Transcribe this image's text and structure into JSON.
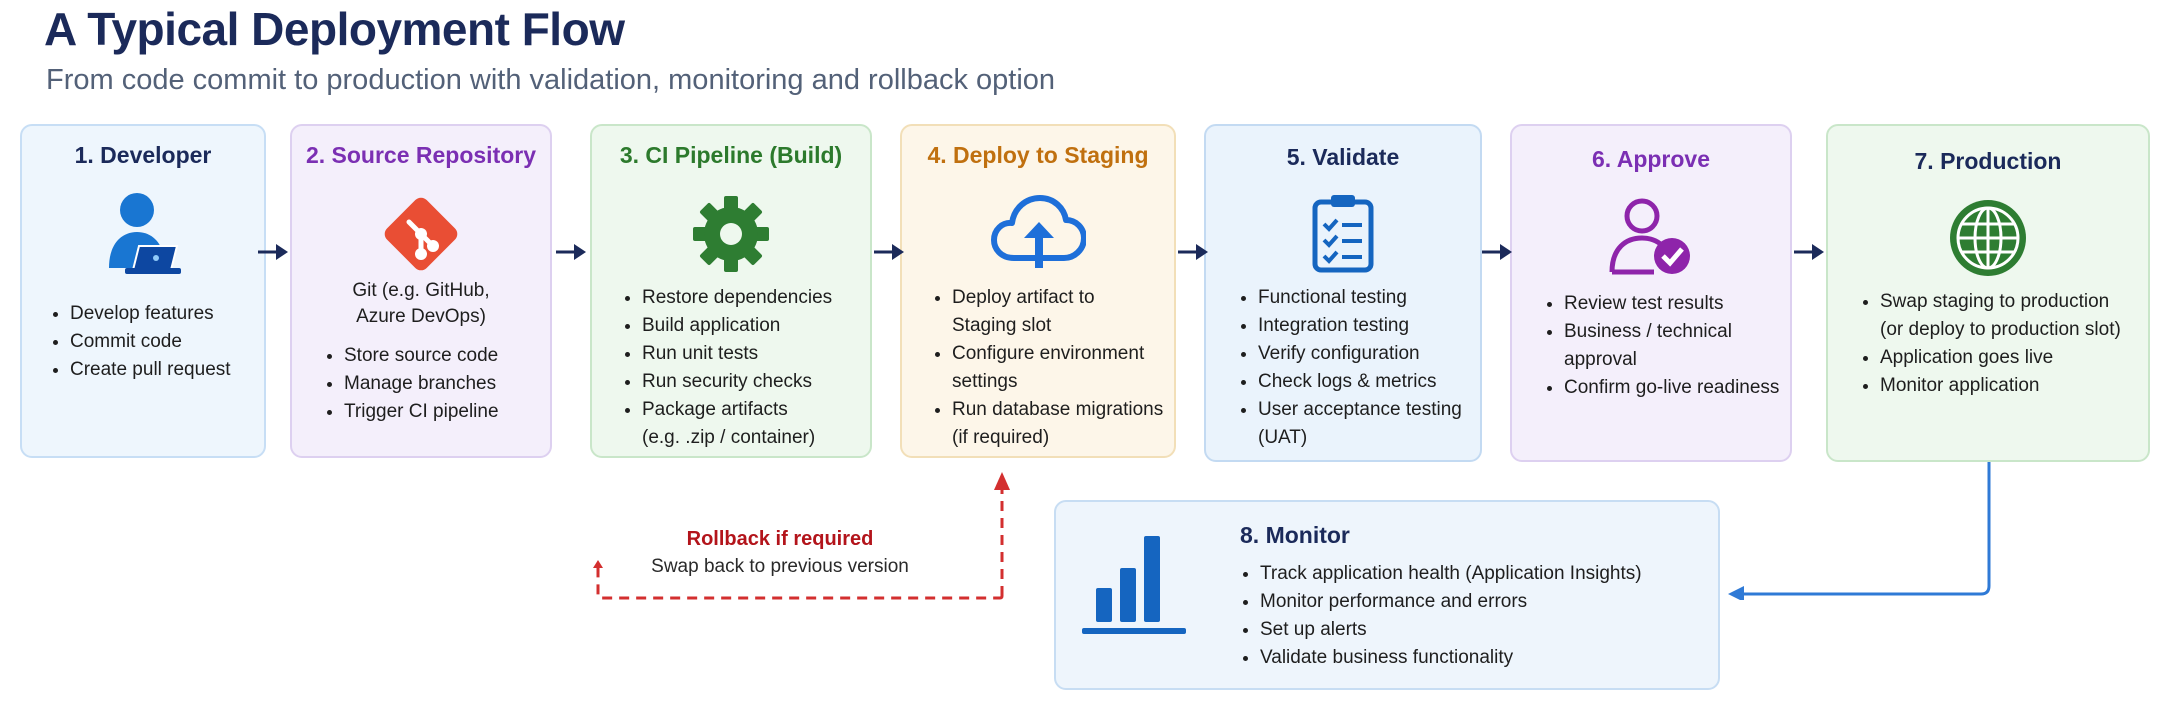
{
  "title": "A Typical Deployment Flow",
  "subtitle": "From code commit to production with validation, monitoring and rollback option",
  "steps": [
    {
      "title": "1. Developer",
      "note": [],
      "bullets": [
        "Develop features",
        "Commit code",
        "Create pull request"
      ],
      "color": "#1b2a5a",
      "bg": "#eef6fd",
      "border": "#c7def5"
    },
    {
      "title": "2. Source Repository",
      "note": [
        "Git (e.g. GitHub,",
        "Azure DevOps)"
      ],
      "bullets": [
        "Store source code",
        "Manage branches",
        "Trigger CI pipeline"
      ],
      "color": "#7b2fb3",
      "bg": "#f4effb",
      "border": "#ddd0f0"
    },
    {
      "title": "3. CI Pipeline (Build)",
      "note": [],
      "bullets": [
        "Restore dependencies",
        "Build application",
        "Run unit tests",
        "Run security checks",
        "Package artifacts",
        "(e.g. .zip / container)"
      ],
      "color": "#2c7a2c",
      "bg": "#eef8ee",
      "border": "#c9e6c9"
    },
    {
      "title": "4. Deploy to Staging",
      "note": [],
      "bullets": [
        "Deploy artifact to",
        "Staging slot",
        "Configure environment",
        "settings",
        "Run database migrations",
        "(if required)"
      ],
      "color": "#c0700f",
      "bg": "#fdf6e9",
      "border": "#f2dfb8"
    },
    {
      "title": "5. Validate",
      "note": [],
      "bullets": [
        "Functional testing",
        "Integration testing",
        "Verify configuration",
        "Check logs & metrics",
        "User acceptance testing",
        "(UAT)"
      ],
      "color": "#1b2a5a",
      "bg": "#eaf3fc",
      "border": "#c3daf2"
    },
    {
      "title": "6. Approve",
      "note": [],
      "bullets": [
        "Review test results",
        "Business / technical",
        "approval",
        "Confirm go-live readiness"
      ],
      "color": "#7b2fb3",
      "bg": "#f4effb",
      "border": "#ddd0f0"
    },
    {
      "title": "7. Production",
      "note": [],
      "bullets": [
        "Swap staging to production",
        "(or deploy to production slot)",
        "Application goes live",
        "Monitor application"
      ],
      "color": "#1b2a5a",
      "bg": "#eef8ee",
      "border": "#c9e6c9"
    }
  ],
  "monitor": {
    "title": "8. Monitor",
    "bullets": [
      "Track application health (Application Insights)",
      "Monitor performance and errors",
      "Set up alerts",
      "Validate business functionality"
    ],
    "color": "#1b2a5a",
    "bg": "#eef5fc",
    "border": "#c7ddf3"
  },
  "rollback": {
    "title": "Rollback if required",
    "note": "Swap back to previous version",
    "color": "#d32f2f"
  },
  "icons": [
    "developer-icon",
    "git-icon",
    "gear-icon",
    "cloud-upload-icon",
    "checklist-icon",
    "user-check-icon",
    "globe-icon",
    "bar-chart-icon"
  ],
  "colors": {
    "arrow": "#1b2a5a",
    "monitor_arrow": "#2f7ad6"
  }
}
